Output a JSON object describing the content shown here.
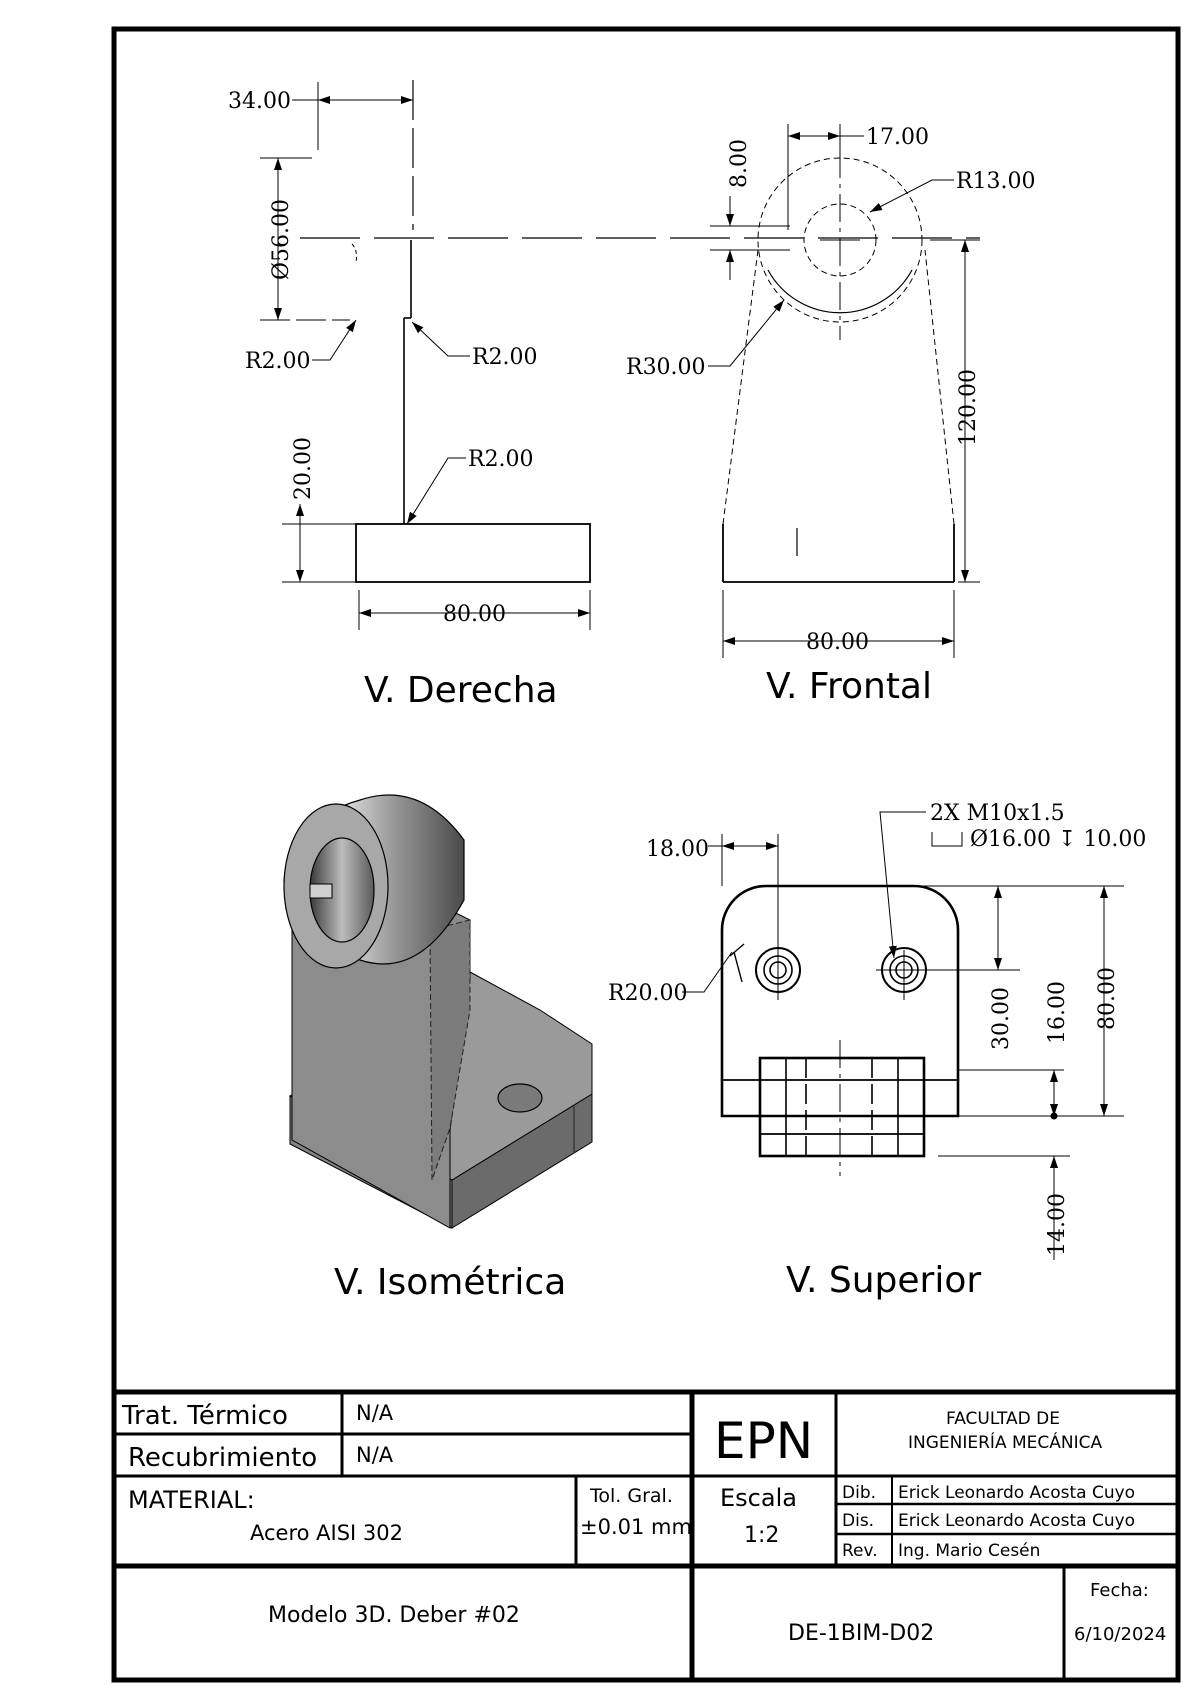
{
  "views": {
    "right": {
      "title": "V. Derecha",
      "dims": [
        "34.00",
        "Ø56.00",
        "R2.00",
        "R2.00",
        "R2.00",
        "20.00",
        "80.00"
      ]
    },
    "front": {
      "title": "V. Frontal",
      "dims": [
        "17.00",
        "8.00",
        "R13.00",
        "R30.00",
        "120.00",
        "80.00"
      ]
    },
    "iso": {
      "title": "V. Isométrica"
    },
    "top": {
      "title": "V. Superior",
      "dims": [
        "18.00",
        "R20.00",
        "30.00",
        "16.00",
        "80.00",
        "14.00"
      ],
      "note_line1": "2X M10x1.5",
      "note_line2": "Ø16.00 ↧ 10.00"
    }
  },
  "title_block": {
    "trat_label": "Trat. Térmico",
    "trat_value": "N/A",
    "recub_label": "Recubrimiento",
    "recub_value": "N/A",
    "material_label": "MATERIAL:",
    "material_value": "Acero AISI 302",
    "tol_label": "Tol. Gral.",
    "tol_value": "±0.01 mm",
    "logo": "EPN",
    "faculty_line1": "FACULTAD DE",
    "faculty_line2": "INGENIERÍA MECÁNICA",
    "scale_label": "Escala",
    "scale_value": "1:2",
    "dib_label": "Dib.",
    "dib_value": "Erick Leonardo Acosta Cuyo",
    "dis_label": "Dis.",
    "dis_value": "Erick Leonardo Acosta Cuyo",
    "rev_label": "Rev.",
    "rev_value": "Ing. Mario Cesén",
    "project": "Modelo 3D. Deber #02",
    "drawing_no": "DE-1BIM-D02",
    "date_label": "Fecha:",
    "date_value": "6/10/2024"
  }
}
